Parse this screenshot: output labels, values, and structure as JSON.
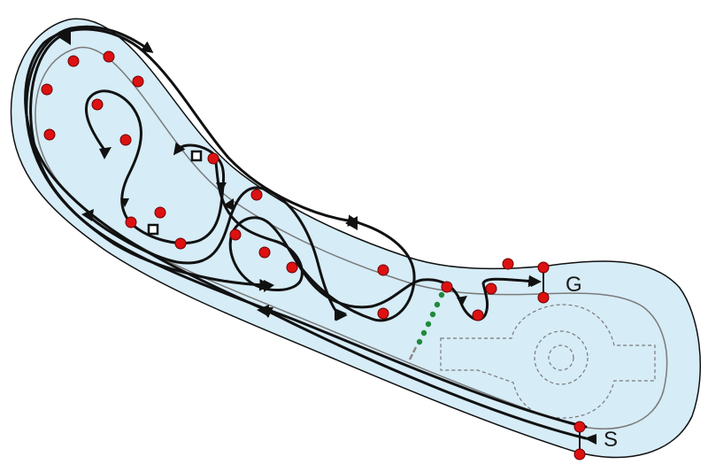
{
  "labels": {
    "goal": "G",
    "start": "S"
  },
  "colors": {
    "ground_fill": "#d6ecf7",
    "ground_edge": "#111111",
    "track_line": "#7a7a7a",
    "route": "#111111",
    "pylon": "#dd1111",
    "pylon_edge": "#6a0000",
    "gate_dots": "#1f8a3a",
    "markers": "#111111",
    "dashed_outline": "#7a7a7a"
  },
  "icons": {
    "pylon": "red-circle",
    "marker": "hollow-square",
    "gate": "green-dotted-line",
    "direction": "filled-arrowhead"
  }
}
